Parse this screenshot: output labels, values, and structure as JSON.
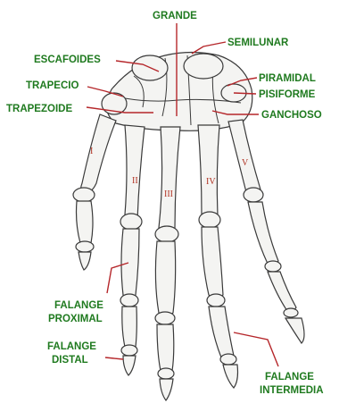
{
  "labels": {
    "grande": "GRANDE",
    "semilunar": "SEMILUNAR",
    "escafoides": "ESCAFOIDES",
    "piramidal": "PIRAMIDAL",
    "trapecio": "TRAPECIO",
    "pisiforme": "PISIFORME",
    "trapezoide": "TRAPEZOIDE",
    "ganchoso": "GANCHOSO",
    "falange_proximal_1": "FALANGE",
    "falange_proximal_2": "PROXIMAL",
    "falange_distal_1": "FALANGE",
    "falange_distal_2": "DISTAL",
    "falange_intermedia_1": "FALANGE",
    "falange_intermedia_2": "INTERMEDIA"
  },
  "metacarpal_numerals": [
    "I",
    "II",
    "III",
    "IV",
    "V"
  ],
  "colors": {
    "label": "#1f7a1f",
    "leader": "#b5262a",
    "numeral": "#b03020"
  }
}
